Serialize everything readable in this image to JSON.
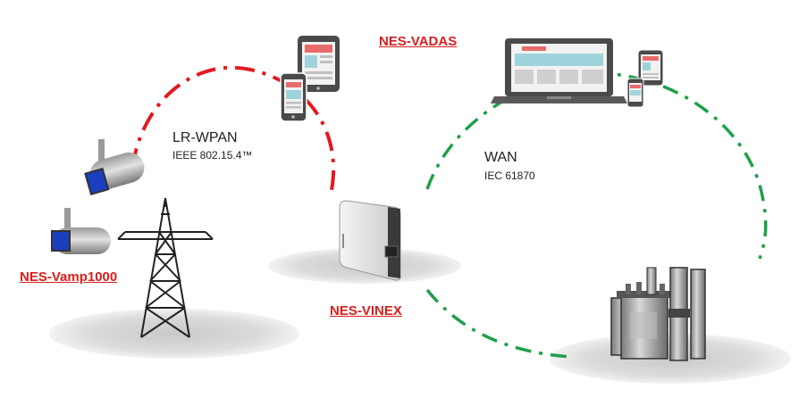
{
  "labels": {
    "nes_vadas": "NES-VADAS",
    "lr_wpan": "LR-WPAN",
    "lr_wpan_std": "IEEE  802.15.4™",
    "wan": "WAN",
    "wan_std": "IEC 61870",
    "nes_vamp": "NES-Vamp1000",
    "nes_vinex": "NES-VINEX"
  },
  "colors": {
    "lr_wpan_link": "#e3191f",
    "wan_link": "#1ea04b",
    "label_red": "#d81e1e"
  }
}
